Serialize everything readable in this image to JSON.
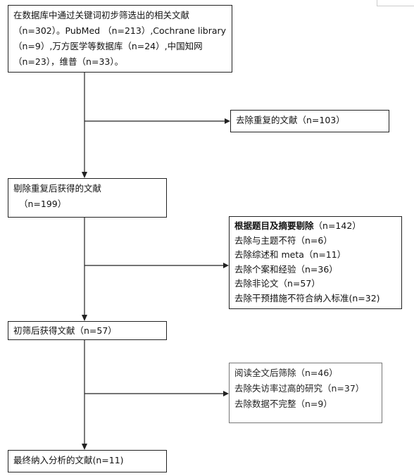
{
  "box1": {
    "lines": [
      "在数据库中通过关键词初步筛选出的相关文献",
      "（n=302）。PubMed （n=213）,Cochrane library",
      "（n=9）,万方医学等数据库（n=24）,中国知网",
      "（n=23），维普（n=33）。"
    ]
  },
  "box2": {
    "lines": [
      "去除重复的文献（n=103）"
    ]
  },
  "box3": {
    "lines": [
      "剔除重复后获得的文献",
      "（n=199）"
    ]
  },
  "box4": {
    "heading": "根据题目及摘要剔除",
    "heading_count": "（n=142）",
    "lines": [
      "去除与主题不符（n=6）",
      "去除综述和 meta（n=11）",
      "去除个案和经验（n=36）",
      "去除非论文（n=57）",
      "去除干预措施不符合纳入标准(n=32)"
    ]
  },
  "box5": {
    "lines": [
      "初筛后获得文献（n=57）"
    ]
  },
  "box6": {
    "lines": [
      "阅读全文后筛除（n=46）",
      "去除失访率过高的研究（n=37）",
      "去除数据不完整（n=9）"
    ]
  },
  "box7": {
    "lines": [
      "最终纳入分析的文献(n=11)"
    ]
  }
}
